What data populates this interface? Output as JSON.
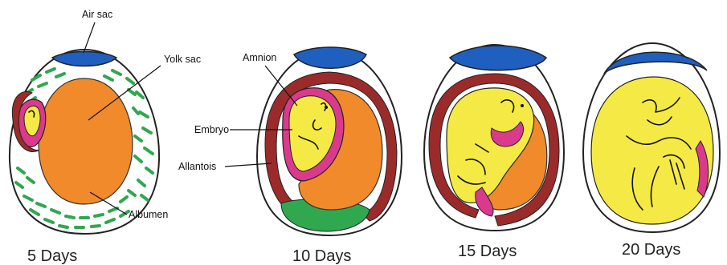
{
  "labels": {
    "air_sac": "Air sac",
    "yolk_sac": "Yolk sac",
    "amnion": "Amnion",
    "embryo": "Embryo",
    "allantois": "Allantois",
    "albumen": "Albumen"
  },
  "stages": [
    {
      "caption": "5 Days"
    },
    {
      "caption": "10 Days"
    },
    {
      "caption": "15 Days"
    },
    {
      "caption": "20 Days"
    }
  ],
  "colors": {
    "air_sac": "#1f5fbf",
    "yolk": "#f08a2a",
    "albumen": "#2fa84f",
    "allantois": "#9b2b2b",
    "amnion": "#d93a8c",
    "embryo": "#f5ea45"
  }
}
